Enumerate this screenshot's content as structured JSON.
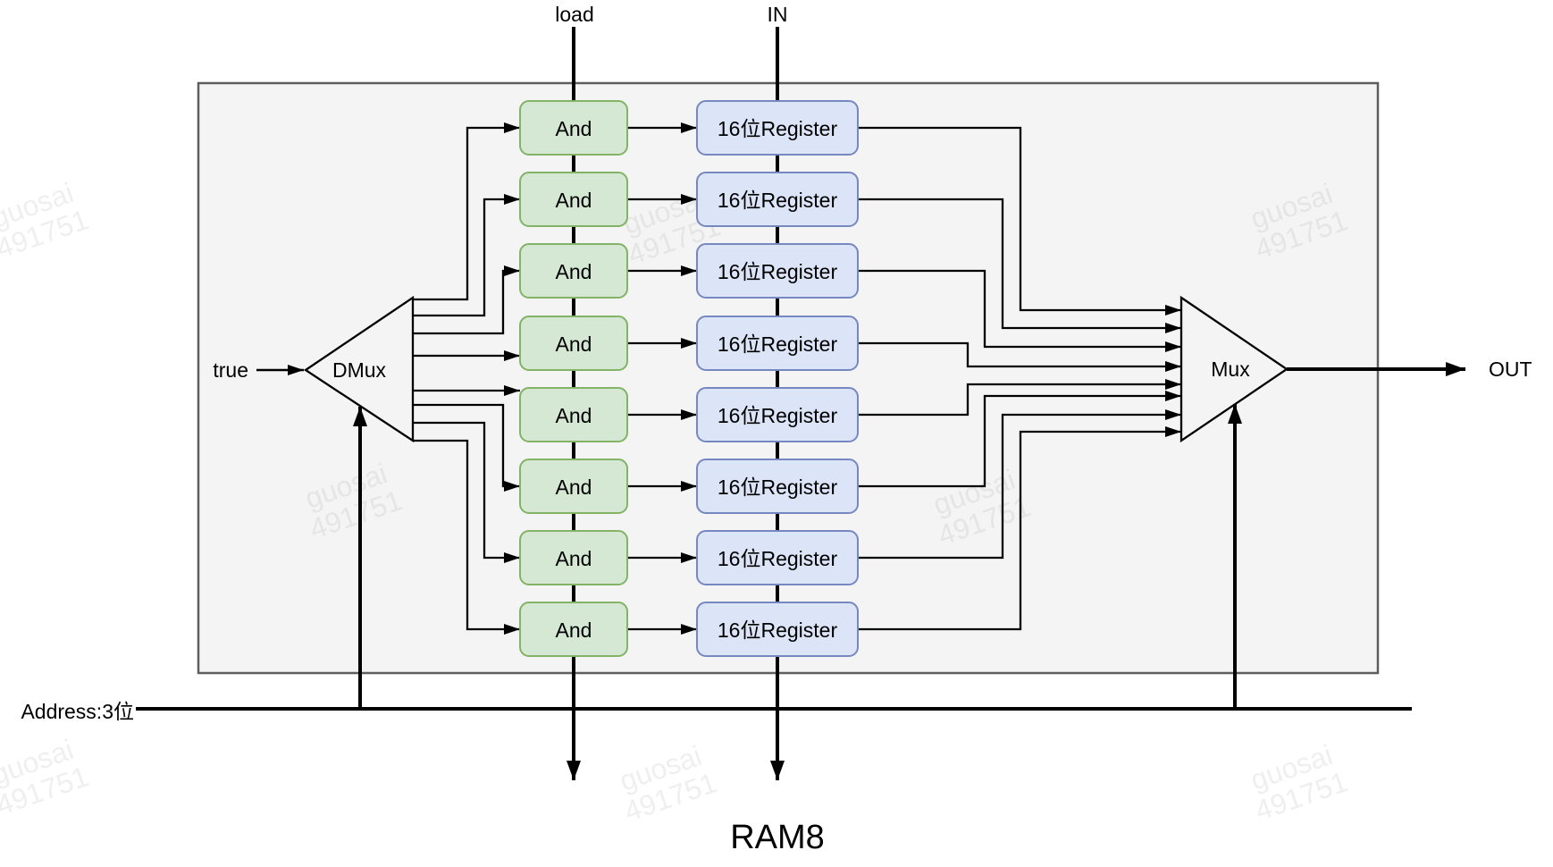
{
  "title": "RAM8",
  "io": {
    "load_label": "load",
    "in_label": "IN",
    "true_label": "true",
    "out_label": "OUT",
    "address_label": "Address:3位"
  },
  "components": {
    "dmux_label": "DMux",
    "mux_label": "Mux"
  },
  "rows": [
    {
      "and_label": "And",
      "register_label": "16位Register"
    },
    {
      "and_label": "And",
      "register_label": "16位Register"
    },
    {
      "and_label": "And",
      "register_label": "16位Register"
    },
    {
      "and_label": "And",
      "register_label": "16位Register"
    },
    {
      "and_label": "And",
      "register_label": "16位Register"
    },
    {
      "and_label": "And",
      "register_label": "16位Register"
    },
    {
      "and_label": "And",
      "register_label": "16位Register"
    },
    {
      "and_label": "And",
      "register_label": "16位Register"
    }
  ],
  "watermark": {
    "line1": "guosai",
    "line2": "491751"
  },
  "colors": {
    "and_fill": "#d5e8d4",
    "and_stroke": "#82b366",
    "register_fill": "#dce4f7",
    "register_stroke": "#7688c0",
    "container_fill": "#f4f4f4",
    "container_stroke": "#5e5e5e",
    "wire": "#000000",
    "watermark": "rgba(120,120,120,0.12)"
  }
}
